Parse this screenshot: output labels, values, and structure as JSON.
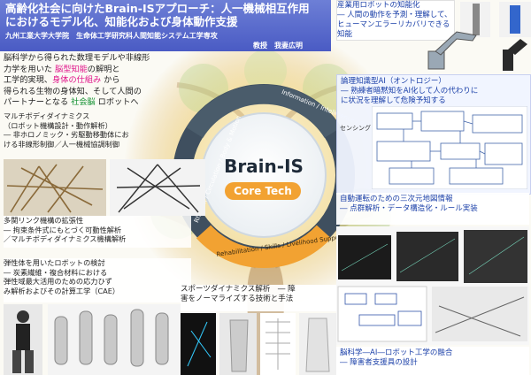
{
  "header": {
    "title_line1": "高齢化社会に向けたBrain-ISアプローチ：人一機械相互作用",
    "title_line2": "におけるモデル化、知能化および身体動作支援",
    "affiliation": "九州工業大学大学院　生命体工学研究科人間知能システム工学専攻",
    "professor": "教授　我妻広明"
  },
  "intro": {
    "p1": "脳科学から得られた数理モデルや非線形",
    "p2": "力学を用いた",
    "hl1": "脳型知能",
    "p3": "の解明と",
    "p4": "工学的実現、",
    "hl2": "身体の仕組み",
    "p5": "から",
    "p6": "得られる生物の身体知、そして人間の",
    "p7": "パートナーとなる",
    "hl3": "社会脳",
    "p8": "ロボットへ"
  },
  "center": {
    "main": "Brain-IS",
    "sub": "Core Tech",
    "ring_top": "Information / Intelligence / Emotions / Sociality",
    "ring_left": "Rhythm / Circulation / Body & Motion",
    "ring_bottom": "Rehabilitation / Skills / Livelihood Support"
  },
  "industrial": {
    "title": "産業用ロボットの知能化",
    "line1": "― 人間の動作を予測・理解して、",
    "line2": "ヒューマンエラーリカバリできる知能"
  },
  "ontology": {
    "title": "論理知識型AI（オントロジー）",
    "line1": "― 熟練者暗黙知をAI化して人の代わりに",
    "line2": "に状況を理解して危険予知する"
  },
  "map3d": {
    "title": "自動運転のための三次元地図情報",
    "line1": "― 点群解析・データ構造化・ルール実装"
  },
  "multibody": {
    "title": "マルチボディダイナミクス",
    "line1": "（ロボット機構設計・動作解析）",
    "line2": "― 非ホロノミック・劣駆動移動体にお",
    "line3": "ける非線形制御／人一機械協調制御"
  },
  "multilink": {
    "title": "多関リンク機構の拡張性",
    "line1": "― 拘束条件式にもとづく可動性解析",
    "line2": "／マルチボディダイナミクス機構解析"
  },
  "elastic": {
    "title": "弾性体を用いたロボットの検討",
    "line1": "― 炭素繊維・複合材料における",
    "line2": "弾性域最大活用のための応力ひず",
    "line3": "み解析およびその計算工学（CAE）"
  },
  "sports": {
    "line1": "スポーツダイナミクス解析　― 障",
    "line2": "害をノーマライズする技術と手法"
  },
  "brainai": {
    "title": "脳科学―AI―ロボット工学の融合",
    "line1": "― 障害者支援具の設計"
  },
  "labels": {
    "sensing": "センシング"
  },
  "colors": {
    "header": "#4a5bc4",
    "title_blue": "#1a3fa8",
    "highlight_pink": "#e0148a",
    "highlight_green": "#0f8f2e",
    "ring_dark": "#3a4a5a",
    "ring_orange": "#f2a232"
  }
}
